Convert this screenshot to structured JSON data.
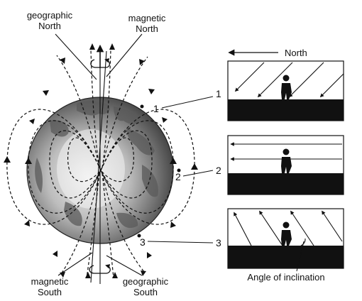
{
  "labels": {
    "geo_north": [
      "geographic",
      "North"
    ],
    "mag_north": [
      "magnetic",
      "North"
    ],
    "mag_south": [
      "magnetic",
      "South"
    ],
    "geo_south": [
      "geographic",
      "South"
    ],
    "north_arrow": "North",
    "angle": "Angle of inclination"
  },
  "markers": {
    "globe": [
      "1",
      "2",
      "3"
    ],
    "panel": [
      "1",
      "2",
      "3"
    ]
  },
  "colors": {
    "ink": "#111111",
    "ground": "#111111",
    "globe_light": "#eeeeee",
    "globe_dark": "#4a4a4a"
  },
  "icons": [
    "person-icon",
    "north-arrow-icon",
    "rotation-arrow-icon"
  ]
}
